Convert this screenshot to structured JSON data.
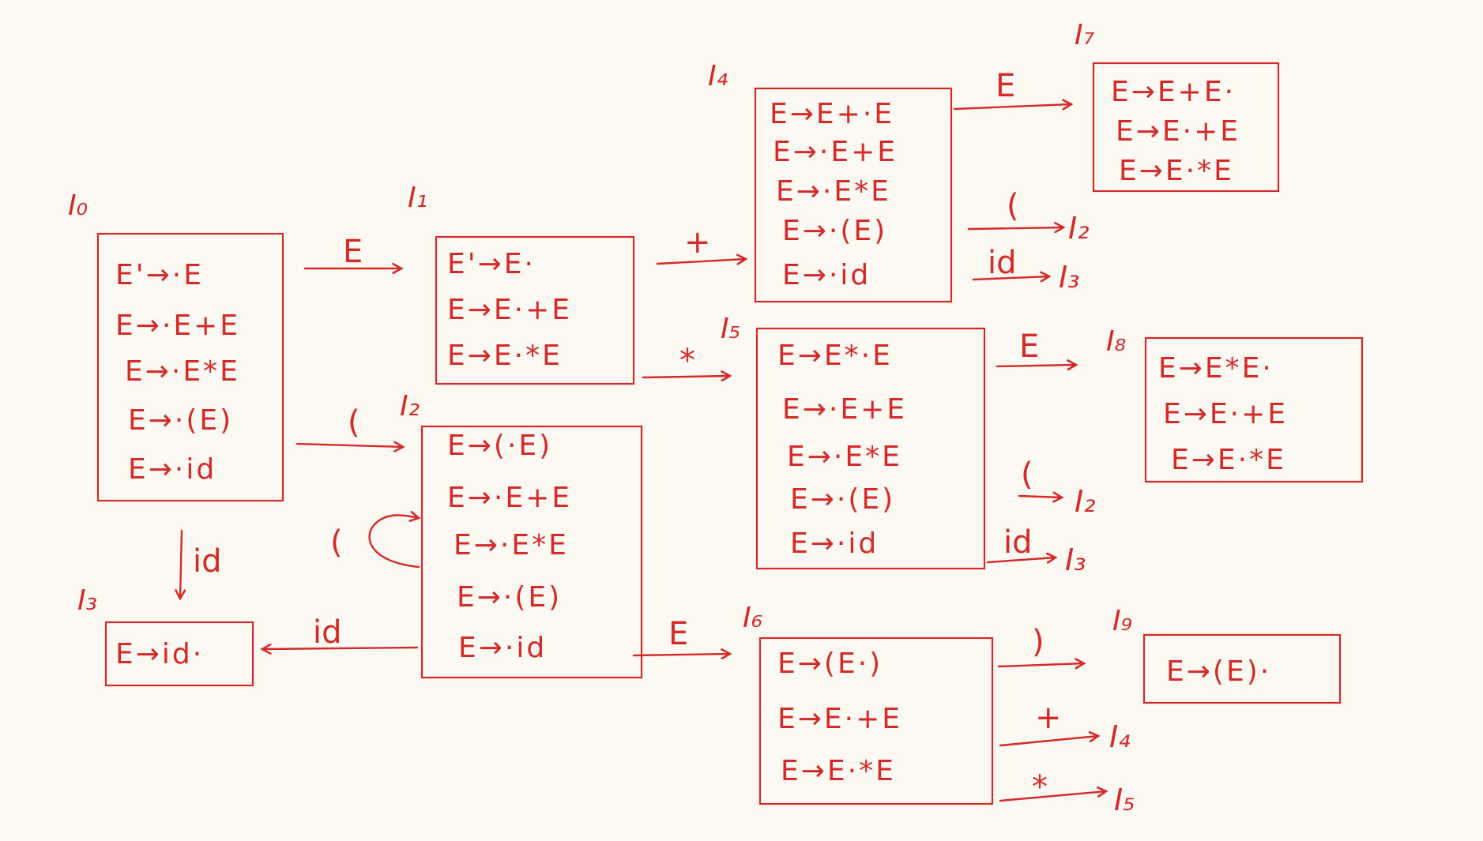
{
  "diagram": {
    "ink_color": "#d42a2a",
    "background": "#fcf9f3",
    "states": [
      {
        "id": "I0",
        "label": "I₀",
        "items": [
          "E'→·E",
          "E→·E+E",
          "E→·E*E",
          "E→·(E)",
          "E→·id"
        ]
      },
      {
        "id": "I1",
        "label": "I₁",
        "items": [
          "E'→E·",
          "E→E·+E",
          "E→E·*E"
        ]
      },
      {
        "id": "I2",
        "label": "I₂",
        "items": [
          "E→(·E)",
          "E→·E+E",
          "E→·E*E",
          "E→·(E)",
          "E→·id"
        ]
      },
      {
        "id": "I3",
        "label": "I₃",
        "items": [
          "E→id·"
        ]
      },
      {
        "id": "I4",
        "label": "I₄",
        "items": [
          "E→E+·E",
          "E→·E+E",
          "E→·E*E",
          "E→·(E)",
          "E→·id"
        ]
      },
      {
        "id": "I5",
        "label": "I₅",
        "items": [
          "E→E*·E",
          "E→·E+E",
          "E→·E*E",
          "E→·(E)",
          "E→·id"
        ]
      },
      {
        "id": "I6",
        "label": "I₆",
        "items": [
          "E→(E·)",
          "E→E·+E",
          "E→E·*E"
        ]
      },
      {
        "id": "I7",
        "label": "I₇",
        "items": [
          "E→E+E·",
          "E→E·+E",
          "E→E·*E"
        ]
      },
      {
        "id": "I8",
        "label": "I₈",
        "items": [
          "E→E*E·",
          "E→E·+E",
          "E→E·*E"
        ]
      },
      {
        "id": "I9",
        "label": "I₉",
        "items": [
          "E→(E)·"
        ]
      }
    ],
    "edges": [
      {
        "label": "E"
      },
      {
        "label": "("
      },
      {
        "label": "id"
      },
      {
        "label": "+"
      },
      {
        "label": "*"
      },
      {
        "label": "("
      },
      {
        "label": "id"
      },
      {
        "label": "E"
      },
      {
        "label": "E"
      },
      {
        "label": "(",
        "target": "I₂"
      },
      {
        "label": "id",
        "target": "I₃"
      },
      {
        "label": "E"
      },
      {
        "label": "(",
        "target": "I₂"
      },
      {
        "label": "id",
        "target": "I₃"
      },
      {
        "label": ")"
      },
      {
        "label": "+",
        "target": "I₄"
      },
      {
        "label": "*",
        "target": "I₅"
      }
    ]
  }
}
